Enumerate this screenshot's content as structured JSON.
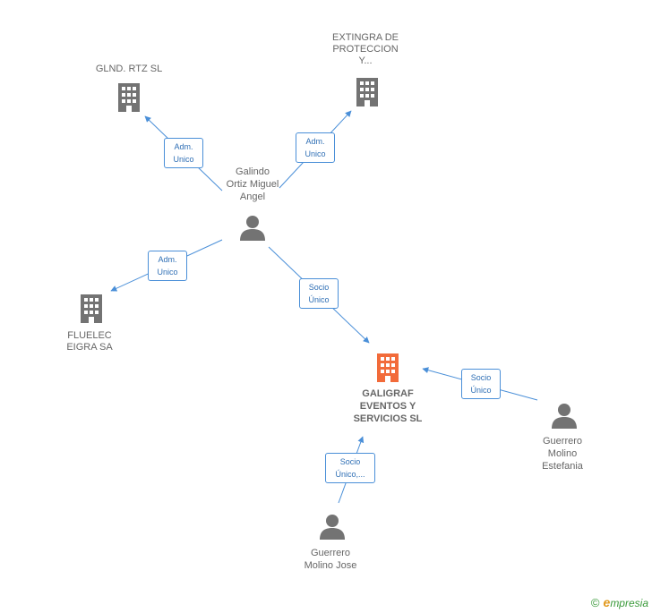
{
  "colors": {
    "edge": "#4a8fd8",
    "building": "#737373",
    "building_main": "#f26b3a",
    "person": "#737373",
    "text": "#666666"
  },
  "nodes": {
    "glnd": {
      "lines": [
        "GLND.  RTZ SL"
      ]
    },
    "extingra": {
      "lines": [
        "EXTINGRA DE",
        "PROTECCION",
        "Y..."
      ]
    },
    "galindo": {
      "lines": [
        "Galindo",
        "Ortiz Miguel",
        "Angel"
      ]
    },
    "fluelec": {
      "lines": [
        "FLUELEC",
        "EIGRA SA"
      ]
    },
    "galigraf": {
      "lines": [
        "GALIGRAF",
        "EVENTOS Y",
        "SERVICIOS SL"
      ]
    },
    "estefania": {
      "lines": [
        "Guerrero",
        "Molino",
        "Estefania"
      ]
    },
    "jose": {
      "lines": [
        "Guerrero",
        "Molino Jose"
      ]
    }
  },
  "badges": {
    "glnd": [
      "Adm.",
      "Unico"
    ],
    "extingra": [
      "Adm.",
      "Unico"
    ],
    "fluelec": [
      "Adm.",
      "Unico"
    ],
    "galigraf_from_galindo": [
      "Socio",
      "Único"
    ],
    "galigraf_from_estefania": [
      "Socio",
      "Único"
    ],
    "galigraf_from_jose": [
      "Socio",
      "Único,..."
    ]
  },
  "brand": {
    "copyright": "©",
    "name_initial": "e",
    "name_rest": "mpresia"
  }
}
